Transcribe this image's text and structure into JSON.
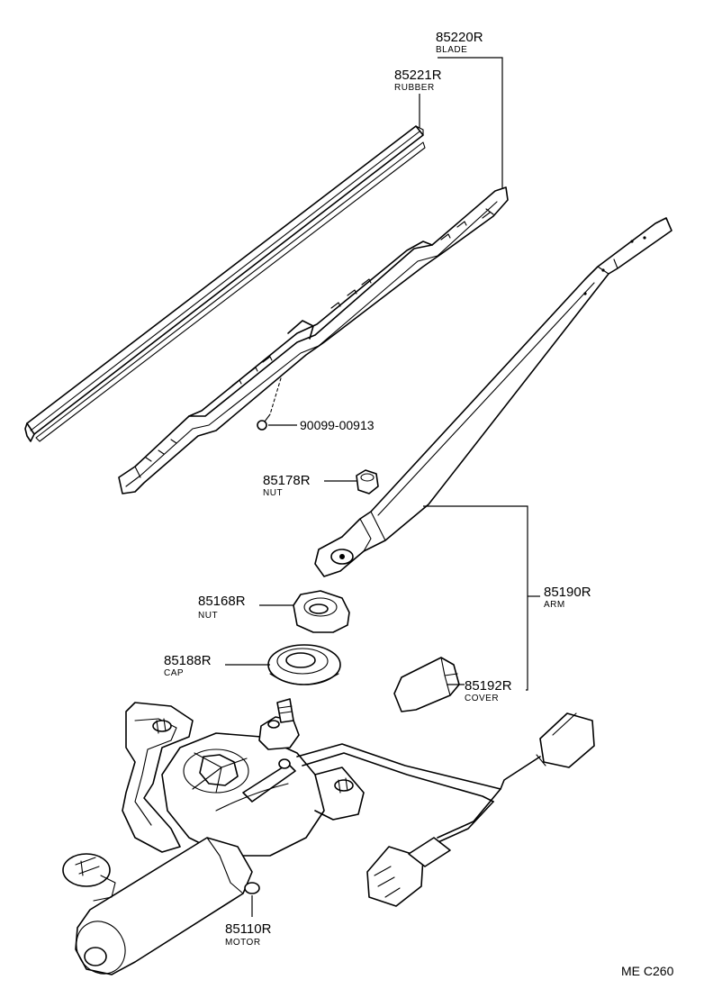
{
  "parts": {
    "blade": {
      "number": "85220R",
      "name": "BLADE"
    },
    "rubber": {
      "number": "85221R",
      "name": "RUBBER"
    },
    "screw": {
      "number": "90099-00913"
    },
    "nut_small": {
      "number": "85178R",
      "name": "NUT"
    },
    "nut": {
      "number": "85168R",
      "name": "NUT"
    },
    "cap": {
      "number": "85188R",
      "name": "CAP"
    },
    "arm": {
      "number": "85190R",
      "name": "ARM"
    },
    "cover": {
      "number": "85192R",
      "name": "COVER"
    },
    "motor": {
      "number": "85110R",
      "name": "MOTOR"
    }
  },
  "diagram_code": "ME C260"
}
